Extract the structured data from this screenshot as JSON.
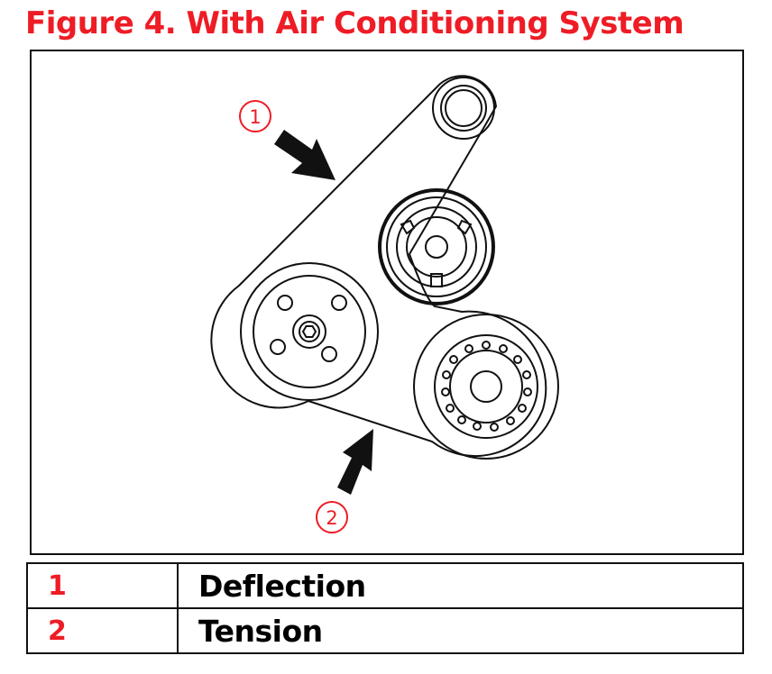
{
  "title": "Figure 4. With Air Conditioning System",
  "callouts": [
    {
      "number": "1",
      "label": "Deflection"
    },
    {
      "number": "2",
      "label": "Tension"
    }
  ],
  "colors": {
    "accent": "#ee1c25",
    "line": "#111111"
  }
}
